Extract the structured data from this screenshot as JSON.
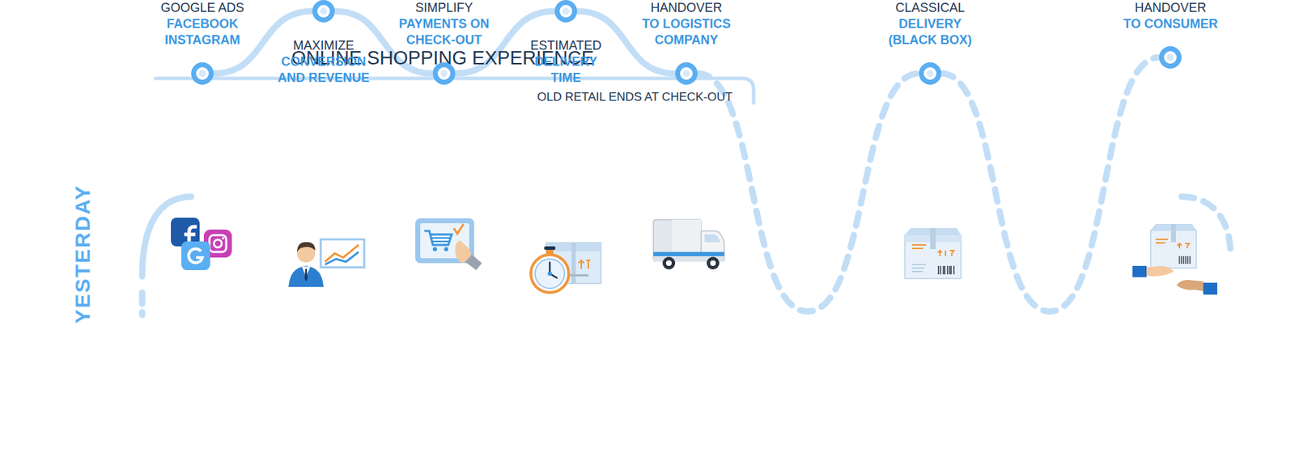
{
  "diagram": {
    "title": "ONLINE SHOPPING EXPERIENCE",
    "nodes": [
      {
        "text": [
          "GOOGLE ADS",
          "FACEBOOK INSTAGRAM"
        ]
      },
      {
        "text": [
          "MAXIMIZE",
          "CONVERSION AND REVENUE"
        ]
      },
      {
        "text": [
          "SIMPLIFY",
          "PAYMENTS ON CHECK-OUT"
        ]
      },
      {
        "text": [
          "ESTIMATED",
          "DELIVERY TIME"
        ]
      },
      {
        "text": [
          "HANDOVER",
          "TO LOGISTICS COMPANY"
        ]
      },
      {
        "text": [
          "CLASSICAL",
          "DELIVERY (BLACK BOX)"
        ]
      },
      {
        "text": [
          "HANDOVER",
          "TO CONSUMER"
        ]
      }
    ],
    "edges": [
      {
        "from": 0,
        "to": 1,
        "arrow": "none"
      },
      {
        "from": 1,
        "to": 2,
        "arrow": "none"
      },
      {
        "from": 2,
        "to": 3,
        "arrow": "none"
      },
      {
        "from": 3,
        "to": 4,
        "arrow": "none"
      },
      {
        "from": 4,
        "to": 5,
        "arrow": "none"
      },
      {
        "from": 5,
        "to": 6,
        "arrow": "none"
      }
    ],
    "labels": [
      "OLD RETAIL ENDS AT CHECK-OUT",
      "YESTERDAY"
    ]
  }
}
